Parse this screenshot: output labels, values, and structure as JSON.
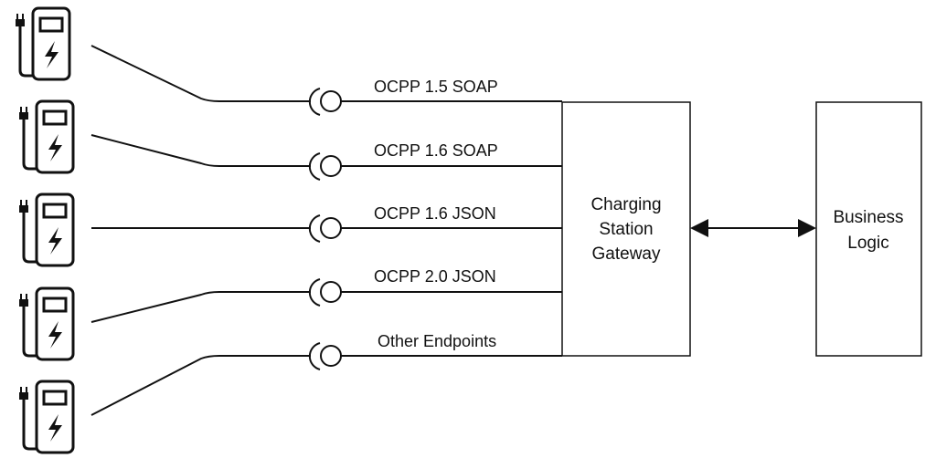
{
  "endpoints": [
    {
      "label": "OCPP 1.5 SOAP"
    },
    {
      "label": "OCPP 1.6 SOAP"
    },
    {
      "label": "OCPP 1.6 JSON"
    },
    {
      "label": "OCPP 2.0 JSON"
    },
    {
      "label": "Other Endpoints"
    }
  ],
  "gateway": {
    "lines": [
      "Charging",
      "Station",
      "Gateway"
    ]
  },
  "business": {
    "lines": [
      "Business",
      "Logic"
    ]
  },
  "icons": {
    "station": "ev-charging-station-icon",
    "interface": "interface-socket-icon"
  },
  "colors": {
    "stroke": "#111111",
    "background": "#ffffff"
  }
}
